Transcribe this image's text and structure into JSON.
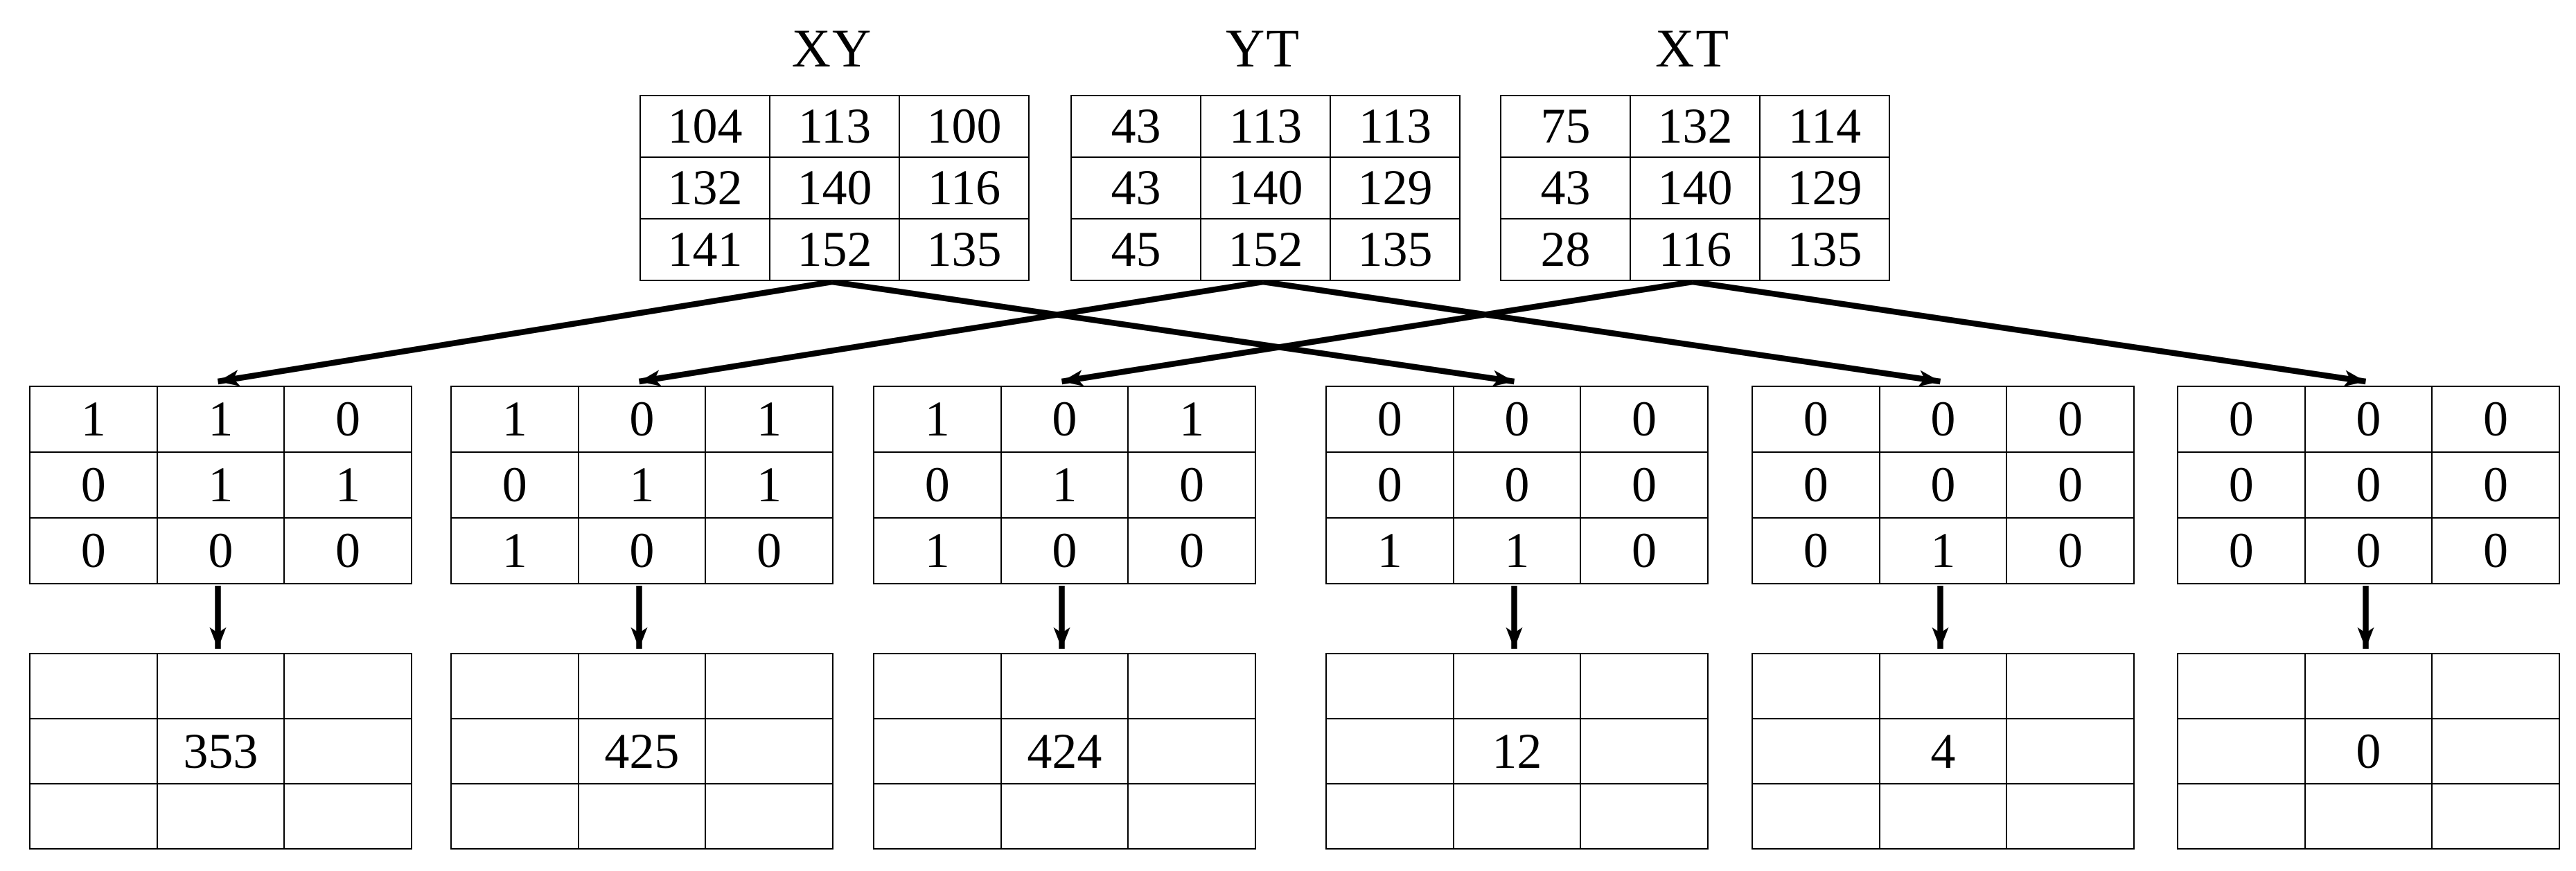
{
  "diagram": {
    "description": "Three 3x3 value matrices each split into two 3x3 binary mask matrices, each mask reducing to a single center value",
    "top_matrices": [
      {
        "title": "XY",
        "rows": [
          [
            "104",
            "113",
            "100"
          ],
          [
            "132",
            "140",
            "116"
          ],
          [
            "141",
            "152",
            "135"
          ]
        ]
      },
      {
        "title": "YT",
        "rows": [
          [
            "43",
            "113",
            "113"
          ],
          [
            "43",
            "140",
            "129"
          ],
          [
            "45",
            "152",
            "135"
          ]
        ]
      },
      {
        "title": "XT",
        "rows": [
          [
            "75",
            "132",
            "114"
          ],
          [
            "43",
            "140",
            "129"
          ],
          [
            "28",
            "116",
            "135"
          ]
        ]
      }
    ],
    "binary_matrices": [
      {
        "source": "XY",
        "rows": [
          [
            "1",
            "1",
            "0"
          ],
          [
            "0",
            "1",
            "1"
          ],
          [
            "0",
            "0",
            "0"
          ]
        ]
      },
      {
        "source": "YT",
        "rows": [
          [
            "1",
            "0",
            "1"
          ],
          [
            "0",
            "1",
            "1"
          ],
          [
            "1",
            "0",
            "0"
          ]
        ]
      },
      {
        "source": "XT",
        "rows": [
          [
            "1",
            "0",
            "1"
          ],
          [
            "0",
            "1",
            "0"
          ],
          [
            "1",
            "0",
            "0"
          ]
        ]
      },
      {
        "source": "XY",
        "rows": [
          [
            "0",
            "0",
            "0"
          ],
          [
            "0",
            "0",
            "0"
          ],
          [
            "1",
            "1",
            "0"
          ]
        ]
      },
      {
        "source": "YT",
        "rows": [
          [
            "0",
            "0",
            "0"
          ],
          [
            "0",
            "0",
            "0"
          ],
          [
            "0",
            "1",
            "0"
          ]
        ]
      },
      {
        "source": "XT",
        "rows": [
          [
            "0",
            "0",
            "0"
          ],
          [
            "0",
            "0",
            "0"
          ],
          [
            "0",
            "0",
            "0"
          ]
        ]
      }
    ],
    "result_matrices": [
      {
        "value": "353"
      },
      {
        "value": "425"
      },
      {
        "value": "424"
      },
      {
        "value": "12"
      },
      {
        "value": "4"
      },
      {
        "value": "0"
      }
    ],
    "connections": {
      "top_to_binary": [
        [
          0,
          0
        ],
        [
          0,
          3
        ],
        [
          1,
          1
        ],
        [
          1,
          4
        ],
        [
          2,
          2
        ],
        [
          2,
          5
        ]
      ],
      "binary_to_result": [
        [
          0,
          0
        ],
        [
          1,
          1
        ],
        [
          2,
          2
        ],
        [
          3,
          3
        ],
        [
          4,
          4
        ],
        [
          5,
          5
        ]
      ]
    },
    "colors": {
      "line": "#000000",
      "background": "#ffffff",
      "text": "#000000"
    }
  }
}
